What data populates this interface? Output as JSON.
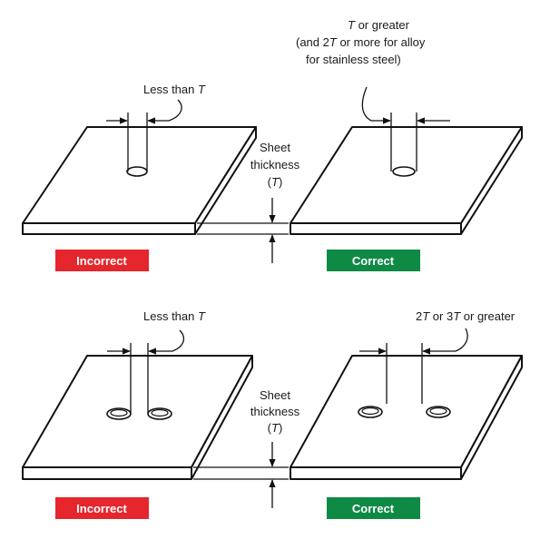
{
  "colors": {
    "incorrect": "#e5262d",
    "correct": "#0e8a45",
    "line": "#111111"
  },
  "top": {
    "left_label": "Less than",
    "left_label_var": "T",
    "right_label_line1_var": "T",
    "right_label_line1": " or greater",
    "right_label_line2_pre": "(and 2",
    "right_label_line2_var": "T",
    "right_label_line2_post": " or more for alloy",
    "right_label_line3": "for stainless steel)",
    "thickness_line1": "Sheet",
    "thickness_line2": "thickness",
    "thickness_line3_pre": "(",
    "thickness_line3_var": "T",
    "thickness_line3_post": ")",
    "badge_incorrect": "Incorrect",
    "badge_correct": "Correct"
  },
  "bottom": {
    "left_label": "Less than",
    "left_label_var": "T",
    "right_label_pre": "2",
    "right_label_var1": "T",
    "right_label_mid": " or 3",
    "right_label_var2": "T",
    "right_label_post": " or greater",
    "thickness_line1": "Sheet",
    "thickness_line2": "thickness",
    "thickness_line3_pre": "(",
    "thickness_line3_var": "T",
    "thickness_line3_post": ")",
    "badge_incorrect": "Incorrect",
    "badge_correct": "Correct"
  }
}
